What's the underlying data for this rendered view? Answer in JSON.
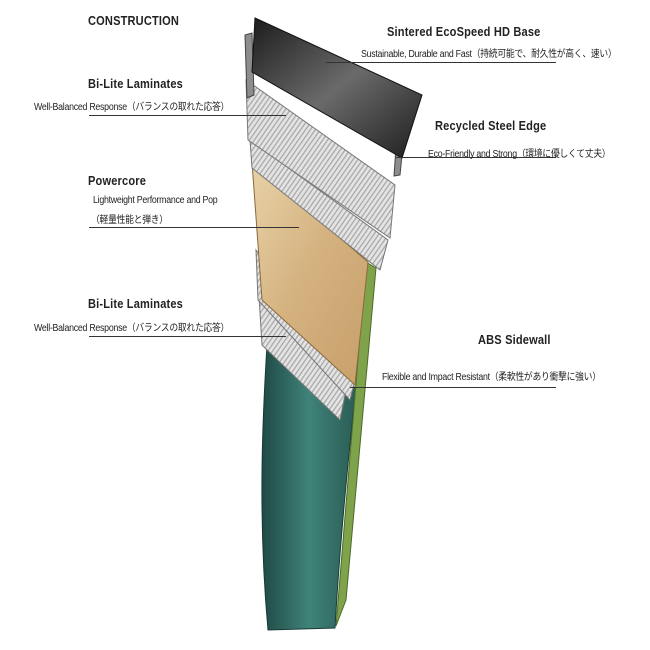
{
  "heading": "CONSTRUCTION",
  "layers": [
    {
      "id": "base",
      "title": "Sintered EcoSpeed HD Base",
      "description": "Sustainable, Durable and Fast（持続可能で、耐久性が高く、速い）"
    },
    {
      "id": "laminate-top",
      "title": "Bi-Lite Laminates",
      "description": "Well-Balanced Response（バランスの取れた応答）"
    },
    {
      "id": "edge",
      "title": "Recycled Steel Edge",
      "description": "Eco-Friendly and Strong（環境に優しくて丈夫）"
    },
    {
      "id": "core",
      "title": "Powercore",
      "description": "Lightweight Performance and Pop",
      "description_jp": "（軽量性能と弾き）"
    },
    {
      "id": "laminate-bottom",
      "title": "Bi-Lite Laminates",
      "description": "Well-Balanced Response（バランスの取れた応答）"
    },
    {
      "id": "sidewall",
      "title": "ABS Sidewall",
      "description": "Flexible and Impact Resistant（柔軟性があり衝撃に強い）"
    }
  ],
  "colors": {
    "base": "#2b2b2b",
    "laminate": "#d8d8d8",
    "core": "#d9b98c",
    "sidewall": "#7ea34a",
    "topsheet": "#2f6b63"
  }
}
